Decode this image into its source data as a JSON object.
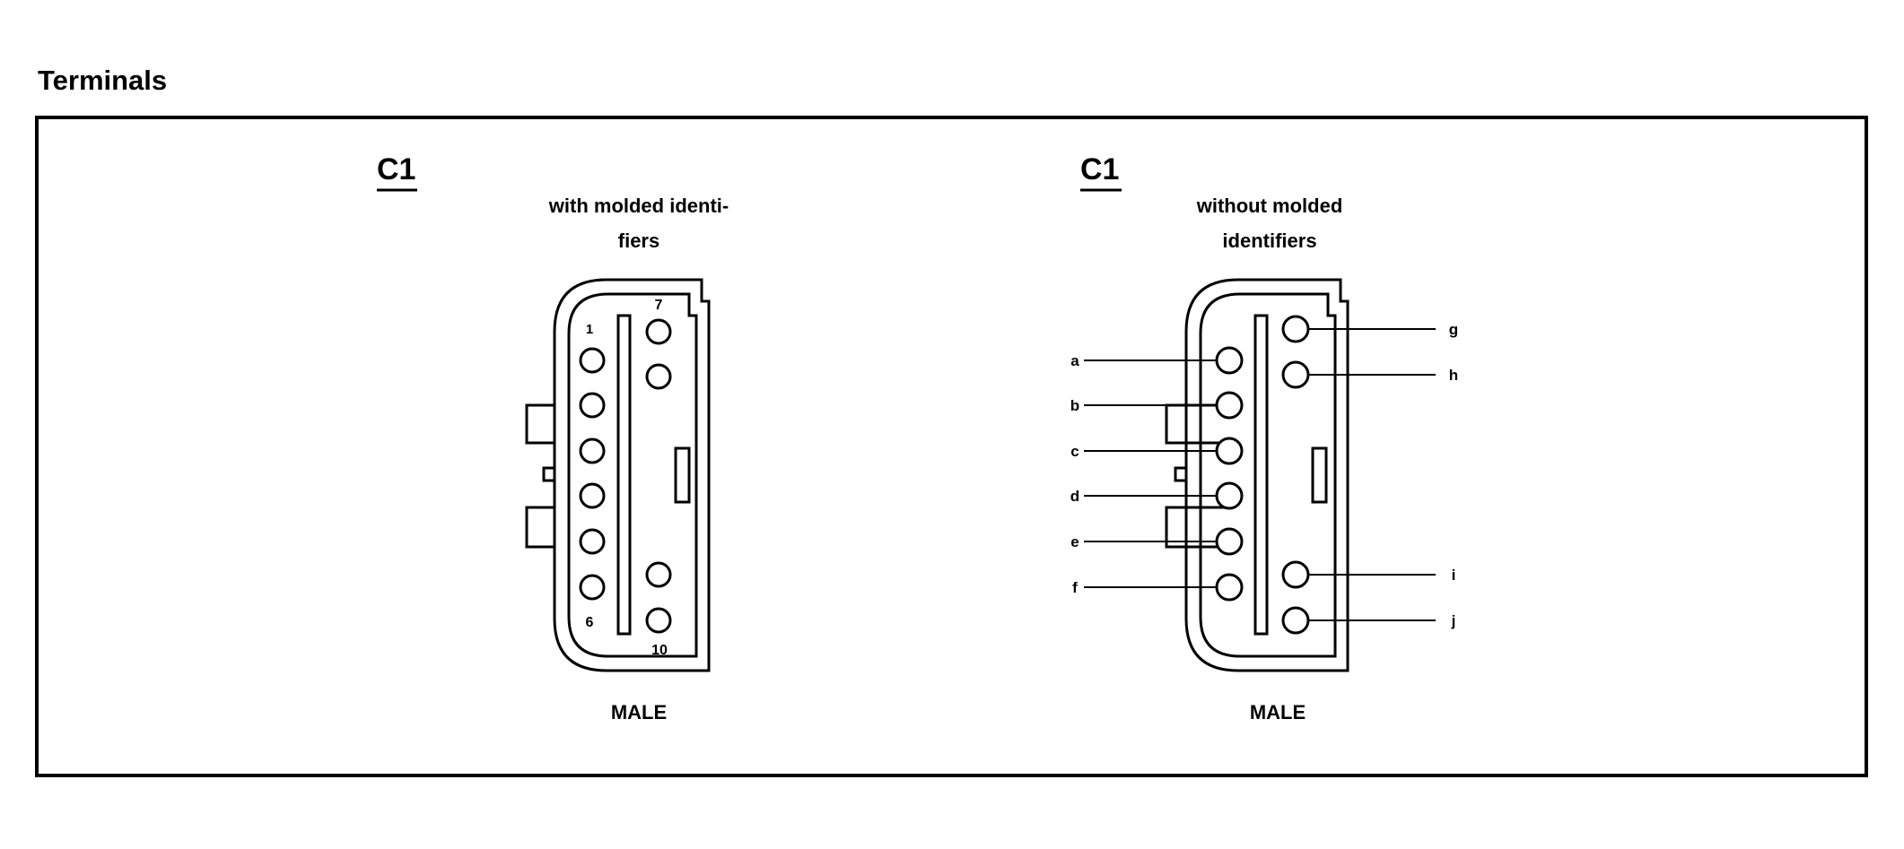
{
  "page": {
    "title": "Terminals"
  },
  "left_view": {
    "connector_id": "C1",
    "caption_line1": "with molded identi-",
    "caption_line2": "fiers",
    "gender": "MALE",
    "pin_numbers": {
      "first": "1",
      "sixth": "6",
      "seventh": "7",
      "tenth": "10"
    }
  },
  "right_view": {
    "connector_id": "C1",
    "caption_line1": "without molded",
    "caption_line2": "identifiers",
    "gender": "MALE",
    "left_terminals": [
      "a",
      "b",
      "c",
      "d",
      "e",
      "f"
    ],
    "right_terminals": [
      "g",
      "h",
      "i",
      "j"
    ]
  }
}
